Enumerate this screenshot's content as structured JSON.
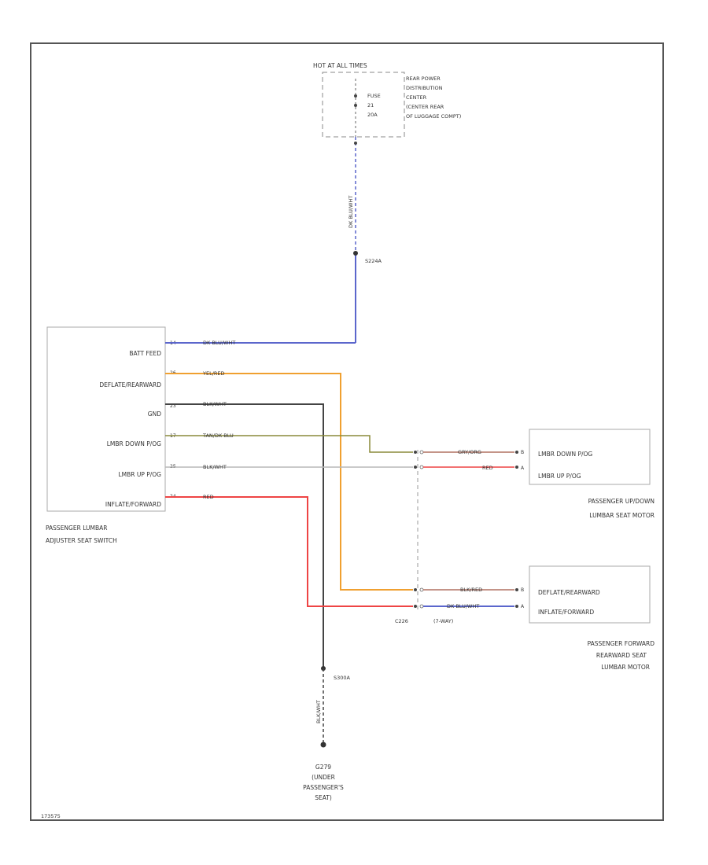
{
  "power": {
    "hot_label": "HOT AT ALL TIMES",
    "fuse_label": "FUSE",
    "fuse_number": "21",
    "fuse_rating": "20A",
    "center_lines": [
      "REAR POWER",
      "DISTRIBUTION",
      "CENTER",
      "(CENTER REAR",
      "OF LUGGAGE COMPT)"
    ],
    "feed_wire": "DK BLU/WHT",
    "splice_top": "S224A"
  },
  "switch": {
    "pins": [
      {
        "num": "14",
        "label": "BATT FEED",
        "wire": "DK BLU/WHT"
      },
      {
        "num": "26",
        "label": "DEFLATE/REARWARD",
        "wire": "YEL/RED"
      },
      {
        "num": "23",
        "label": "GND",
        "wire": "BLK/WHT"
      },
      {
        "num": "17",
        "label": "LMBR DOWN P/OG",
        "wire": "TAN/DK BLU"
      },
      {
        "num": "25",
        "label": "LMBR UP P/OG",
        "wire": "BLK/WHT"
      },
      {
        "num": "24",
        "label": "INFLATE/FORWARD",
        "wire": "RED"
      }
    ],
    "name_lines": [
      "PASSENGER LUMBAR",
      "ADJUSTER SEAT SWITCH"
    ]
  },
  "updown_motor": {
    "pins": [
      {
        "num": "B",
        "label": "LMBR DOWN P/OG",
        "wire": "GRY/ORG"
      },
      {
        "num": "A",
        "label": "LMBR UP P/OG",
        "wire": "RED"
      }
    ],
    "name_lines": [
      "PASSENGER UP/DOWN",
      "LUMBAR SEAT MOTOR"
    ]
  },
  "fwd_motor": {
    "pins": [
      {
        "num": "B",
        "label": "DEFLATE/REARWARD",
        "wire": "BLK/RED"
      },
      {
        "num": "A",
        "label": "INFLATE/FORWARD",
        "wire": "DK BLU/WHT"
      }
    ],
    "name_lines": [
      "PASSENGER FORWARD",
      "REARWARD SEAT",
      "LUMBAR MOTOR"
    ]
  },
  "connector": {
    "left_label": "C226",
    "right_label": "(7-WAY)"
  },
  "ground": {
    "splice": "S300A",
    "wire": "BLK/WHT",
    "name_lines": [
      "G279",
      "(UNDER",
      "PASSENGER'S",
      "SEAT)"
    ]
  },
  "figure_id": "173575",
  "colors": {
    "blue": "#5b66cc",
    "orange": "#f0a030",
    "black": "#444444",
    "olive": "#8a8a3a",
    "gray": "#b8b8b8",
    "red": "#ee4444",
    "brownred": "#b07060"
  }
}
